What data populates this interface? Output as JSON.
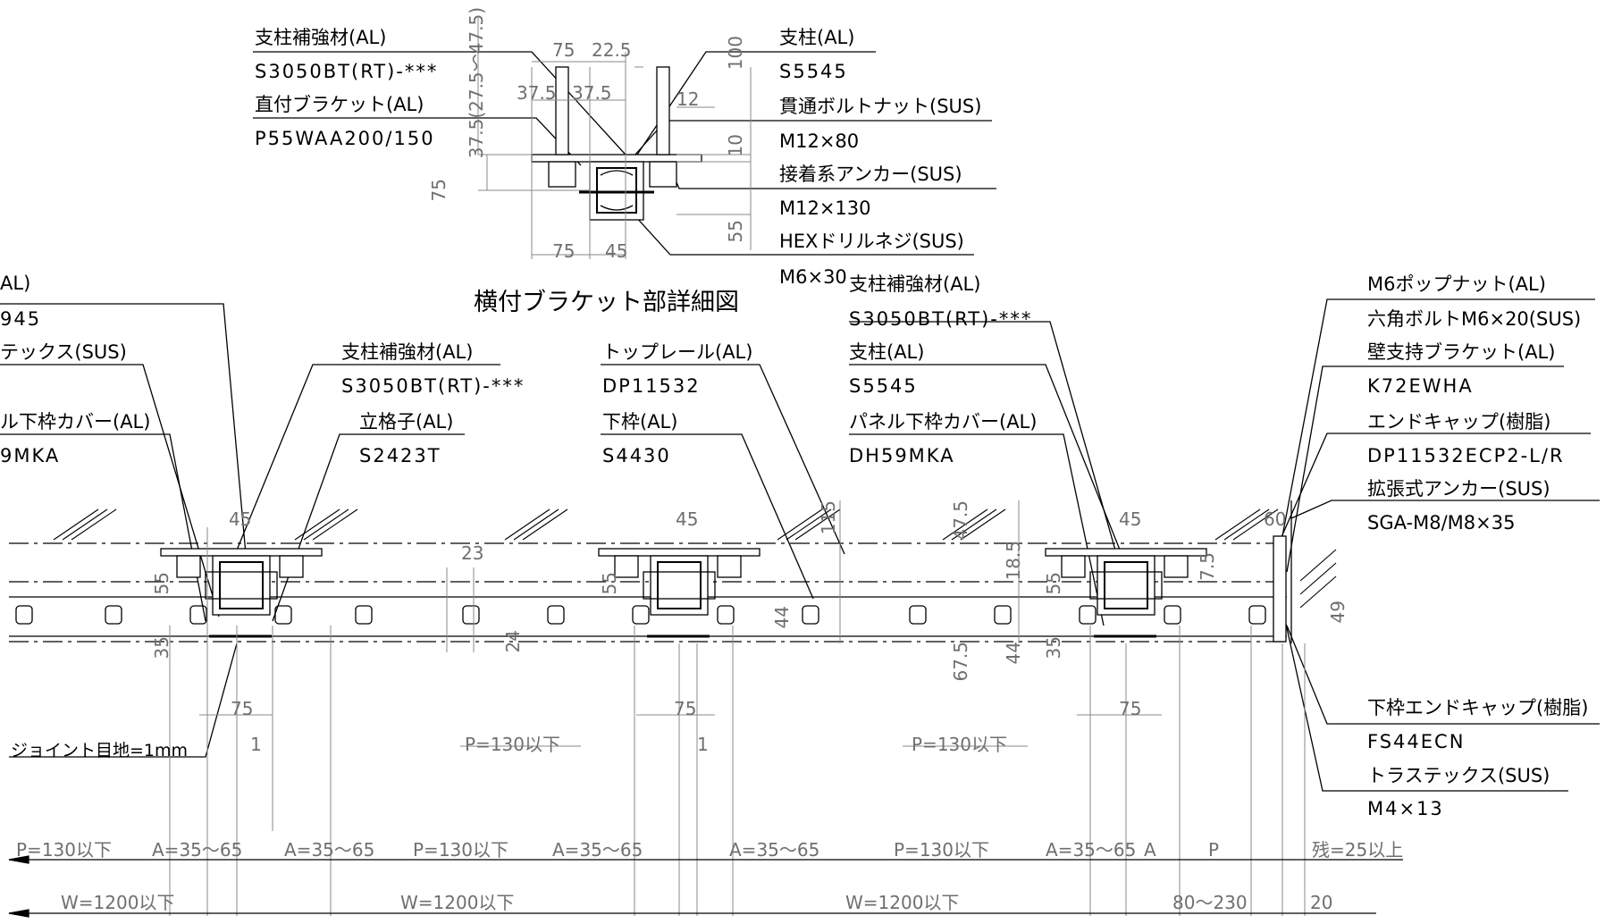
{
  "title": "横付ブラケット部詳細図",
  "top_labels": {
    "hosei": "支柱補強材(AL)",
    "hosei_code": "S3050BT(RT)-***",
    "bracket": "直付ブラケット(AL)",
    "bracket_code": "P55WAA200/150",
    "post": "支柱(AL)",
    "post_code": "S5545",
    "bolt": "貫通ボルトナット(SUS)",
    "bolt_code": "M12×80",
    "anchor": "接着系アンカー(SUS)",
    "anchor_code": "M12×130",
    "drill": "HEXドリルネジ(SUS)",
    "drill_code": "M6×30"
  },
  "top_dims": {
    "d75a": "75",
    "d225": "22.5",
    "d375a": "37.5",
    "d375b": "37.5",
    "d12": "12",
    "d100": "100",
    "d10": "10",
    "d55": "55",
    "d75v": "75",
    "d375r": "37.5(27.5〜47.5)",
    "d75b": "75",
    "d45b": "45"
  },
  "left_labels": {
    "l1": "AL)",
    "l2": "945",
    "l3": "テックス(SUS)",
    "l4": "ル下枠カバー(AL)",
    "l5": "9MKA"
  },
  "mid_labels": {
    "hosei": "支柱補強材(AL)",
    "hosei_code": "S3050BT(RT)-***",
    "tate": "立格子(AL)",
    "tate_code": "S2423T",
    "top_rail": "トップレール(AL)",
    "top_rail_code": "DP11532",
    "shita": "下枠(AL)",
    "shita_code": "S4430"
  },
  "right_labels": {
    "hosei": "支柱補強材(AL)",
    "hosei_code": "S3050BT(RT)-***",
    "post": "支柱(AL)",
    "post_code": "S5545",
    "cover": "パネル下枠カバー(AL)",
    "cover_code": "DH59MKA"
  },
  "far_right_labels": {
    "pop": "M6ポップナット(AL)",
    "hex": "六角ボルトM6×20(SUS)",
    "wall": "壁支持ブラケット(AL)",
    "wall_code": "K72EWHA",
    "endcap": "エンドキャップ(樹脂)",
    "endcap_code": "DP11532ECP2-L/R",
    "exp": "拡張式アンカー(SUS)",
    "exp_code": "SGA-M8/M8×35",
    "shita_end": "下枠エンドキャップ(樹脂)",
    "shita_end_code": "FS44ECN",
    "truss": "トラステックス(SUS)",
    "truss_code": "M4×13"
  },
  "joint": "ジョイント目地=1mm",
  "section_dims": {
    "d45a": "45",
    "d55a": "55",
    "d35a": "35",
    "d75a": "75",
    "d1a": "1",
    "d23": "23",
    "d24": "24",
    "p130a": "P=130以下",
    "d45b": "45",
    "d55b": "55",
    "d44a": "44",
    "d75b": "75",
    "d1b": "1",
    "d115": "115",
    "d475": "47.5",
    "d185": "18.5",
    "d675": "67.5",
    "d44b": "44",
    "p130b": "P=130以下",
    "d45c": "45",
    "d55c": "55",
    "d35c": "35",
    "d75c": "75",
    "d60": "60",
    "d75s": "7.5",
    "d49": "49"
  },
  "bottom_row1": [
    "P=130以下",
    "A=35〜65",
    "A=35〜65",
    "P=130以下",
    "A=35〜65",
    "A=35〜65",
    "P=130以下",
    "A=35〜65",
    "A",
    "P",
    "残=25以上"
  ],
  "bottom_row2": [
    "W=1200以下",
    "W=1200以下",
    "W=1200以下",
    "80〜230",
    "20"
  ]
}
